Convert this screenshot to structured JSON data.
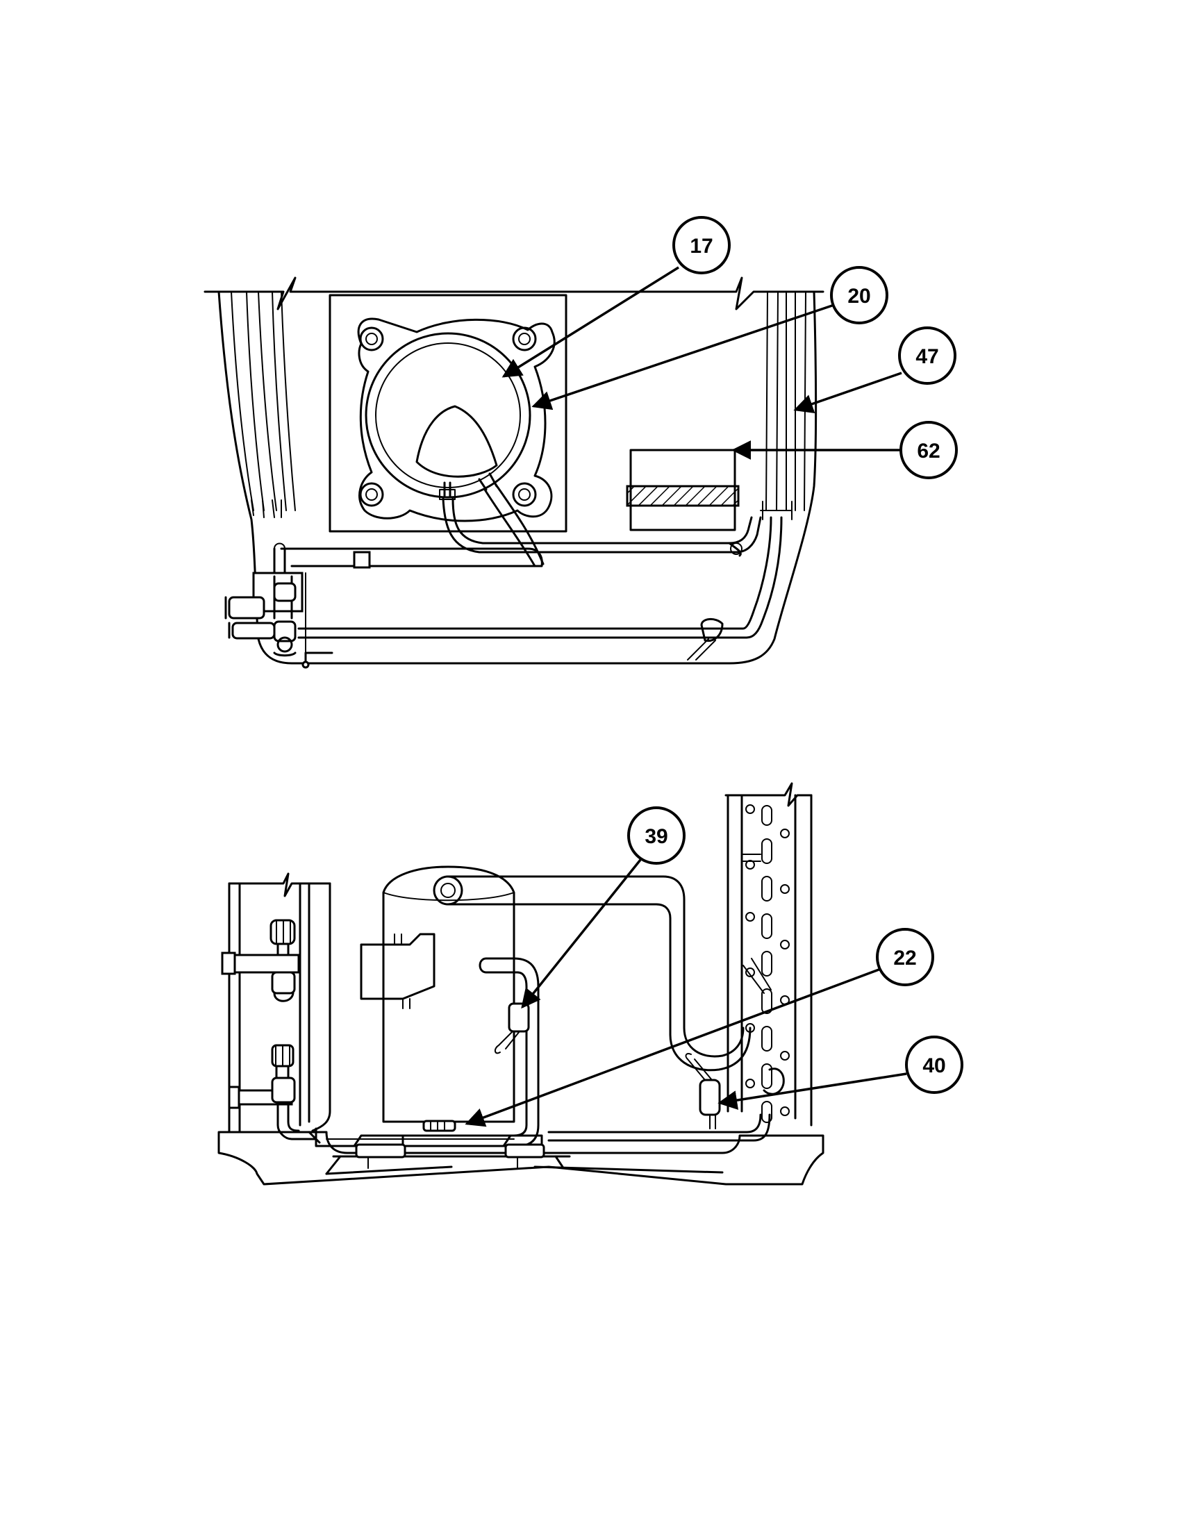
{
  "callouts": [
    {
      "id": "17",
      "label": "17"
    },
    {
      "id": "20",
      "label": "20"
    },
    {
      "id": "47",
      "label": "47"
    },
    {
      "id": "62",
      "label": "62"
    },
    {
      "id": "39",
      "label": "39"
    },
    {
      "id": "22",
      "label": "22"
    },
    {
      "id": "40",
      "label": "40"
    }
  ]
}
